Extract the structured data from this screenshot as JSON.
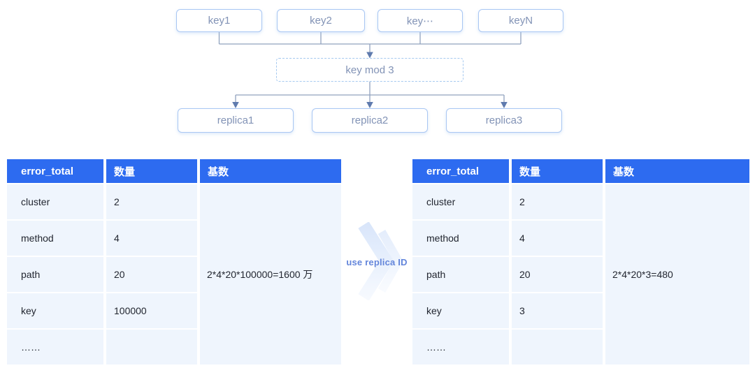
{
  "diagram": {
    "keys": [
      {
        "label": "key1"
      },
      {
        "label": "key2"
      },
      {
        "label": "key⋯"
      },
      {
        "label": "keyN"
      }
    ],
    "mod_box": {
      "label": "key mod 3"
    },
    "replicas": [
      {
        "label": "replica1"
      },
      {
        "label": "replica2"
      },
      {
        "label": "replica3"
      }
    ]
  },
  "transform": {
    "label": "use replica ID"
  },
  "tables": {
    "left": {
      "headers": [
        "error_total",
        "数量",
        "基数"
      ],
      "rows": [
        {
          "name": "cluster",
          "count": "2"
        },
        {
          "name": "method",
          "count": "4"
        },
        {
          "name": "path",
          "count": "20"
        },
        {
          "name": "key",
          "count": "100000"
        },
        {
          "name": "……",
          "count": ""
        }
      ],
      "cardinality": "2*4*20*100000=1600 万"
    },
    "right": {
      "headers": [
        "error_total",
        "数量",
        "基数"
      ],
      "rows": [
        {
          "name": "cluster",
          "count": "2"
        },
        {
          "name": "method",
          "count": "4"
        },
        {
          "name": "path",
          "count": "20"
        },
        {
          "name": "key",
          "count": "3"
        },
        {
          "name": "……",
          "count": ""
        }
      ],
      "cardinality": "2*4*20*3=480"
    }
  },
  "colors": {
    "header_blue": "#2d6bf0",
    "row_bg": "#eff5fd",
    "node_border": "#a9c7f3",
    "node_text": "#8293b6",
    "connector": "#90a2be",
    "arrowhead": "#5f7bae",
    "transform_text": "#6486db",
    "chevron": "#dce8fb"
  }
}
